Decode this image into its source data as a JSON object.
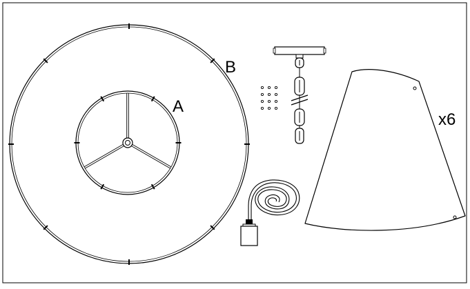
{
  "labels": {
    "outer_ring": "B",
    "inner_ring": "A",
    "shade_count": "x6"
  },
  "parts": {
    "outer_ring_tabs": 8,
    "inner_ring_spokes": 3,
    "inner_ring_tabs": 6,
    "screws": 12,
    "chain_links": 3,
    "shade_panels": 6
  },
  "icons": {
    "outer_ring": "ring-b-icon",
    "inner_ring": "ring-a-hub-icon",
    "screws": "screw-grid-icon",
    "chain": "ceiling-chain-icon",
    "cord": "coiled-cord-icon",
    "socket": "lamp-socket-icon",
    "shade": "shade-panel-icon"
  },
  "colors": {
    "stroke": "#000000",
    "background": "#ffffff"
  }
}
